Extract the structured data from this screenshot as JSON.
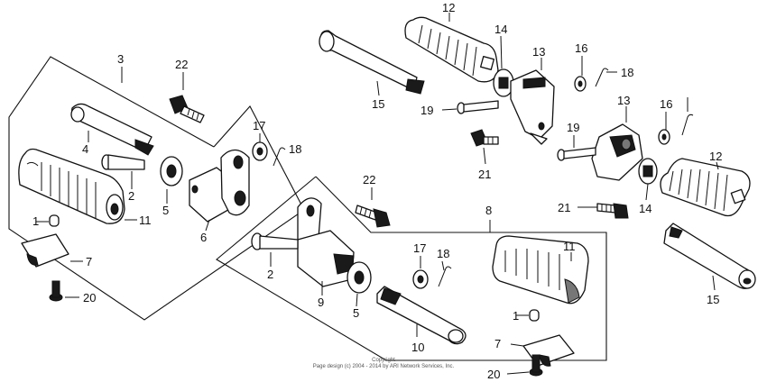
{
  "diagram": {
    "labels": {
      "p1a": "1",
      "p1b": "1",
      "p2a": "2",
      "p2b": "2",
      "p3": "3",
      "p4": "4",
      "p5a": "5",
      "p5b": "5",
      "p6": "6",
      "p7a": "7",
      "p7b": "7",
      "p8": "8",
      "p9": "9",
      "p10": "10",
      "p11a": "11",
      "p11b": "11",
      "p12a": "12",
      "p12b": "12",
      "p13a": "13",
      "p13b": "13",
      "p14a": "14",
      "p14b": "14",
      "p15a": "15",
      "p15b": "15",
      "p16a": "16",
      "p16b": "16",
      "p17a": "17",
      "p17b": "17",
      "p18a": "18",
      "p18b": "18",
      "p18c": "18",
      "p19a": "19",
      "p19b": "19",
      "p20a": "20",
      "p20b": "20",
      "p21a": "21",
      "p21b": "21",
      "p22a": "22",
      "p22b": "22"
    },
    "footer": {
      "line1": "Copyright",
      "line2": "Page design (c) 2004 - 2014 by ARI Network Services, Inc."
    }
  }
}
